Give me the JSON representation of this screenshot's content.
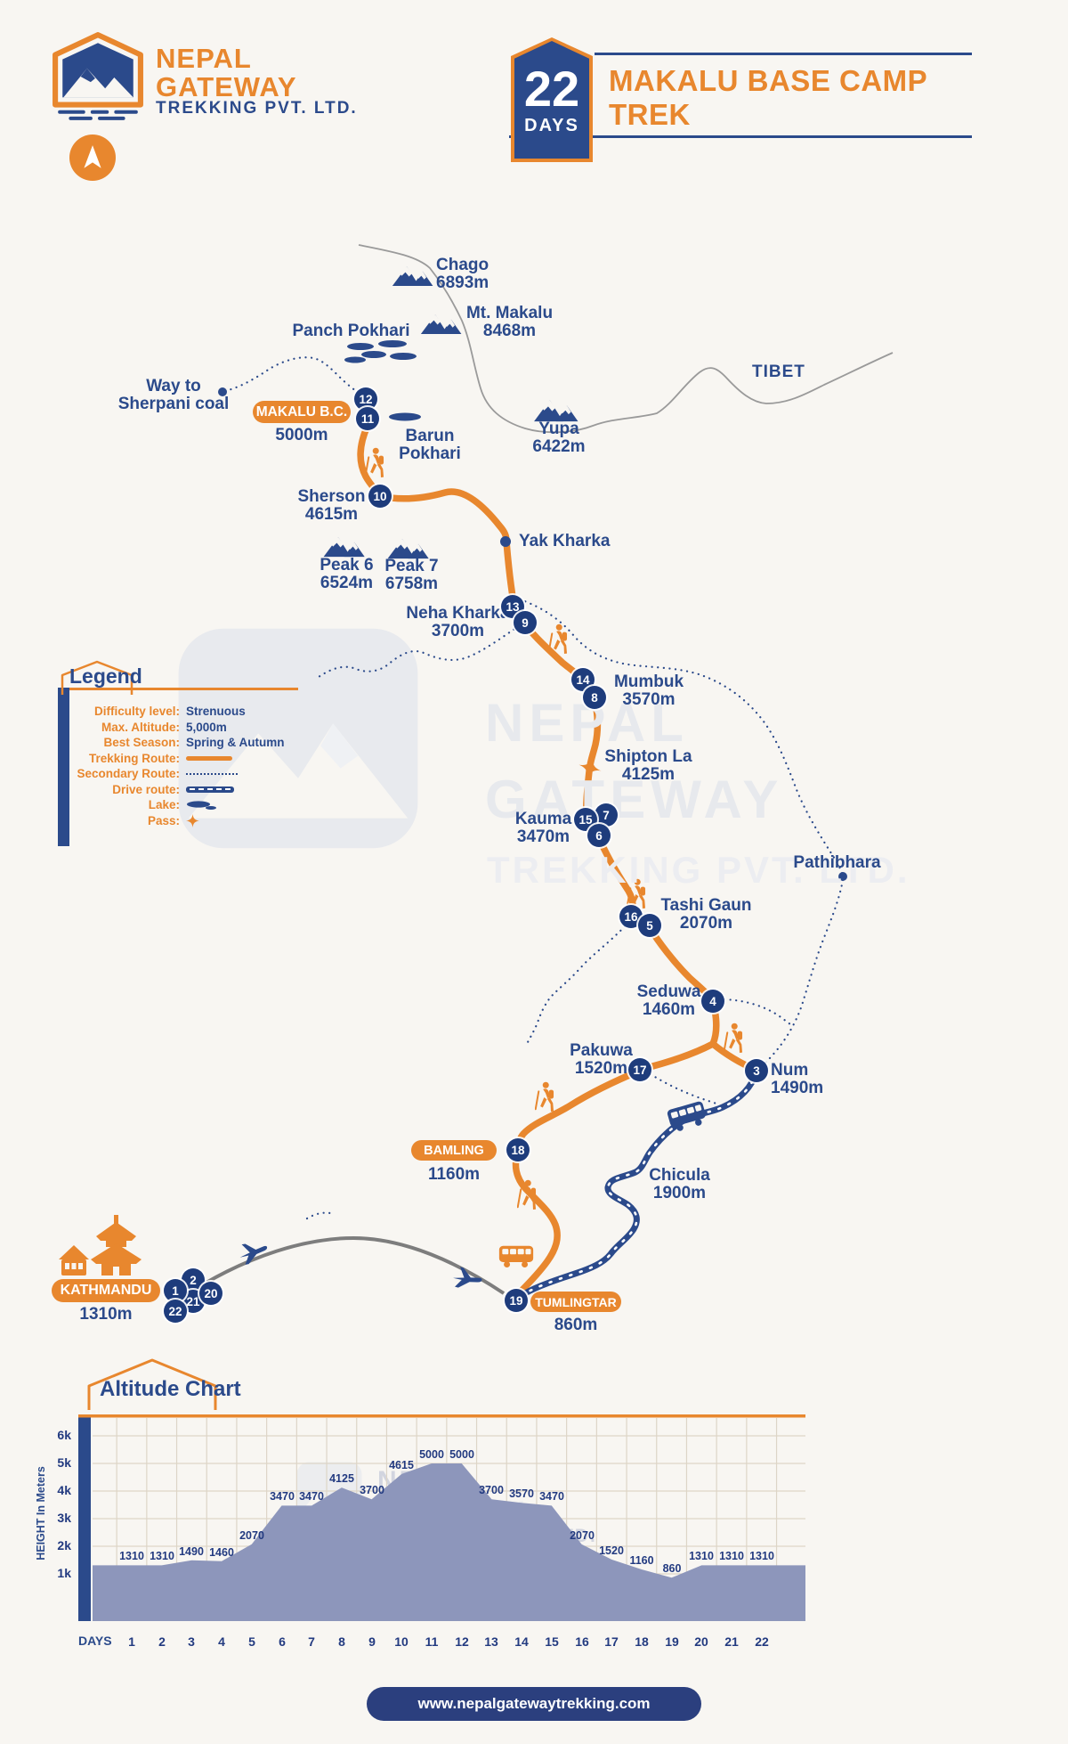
{
  "header": {
    "brand_line1": "NEPAL",
    "brand_line2": "GATEWAY",
    "brand_line3": "TREKKING PVT. LTD.",
    "days_number": "22",
    "days_label": "DAYS",
    "title_line1": "MAKALU BASE CAMP",
    "title_line2": "TREK"
  },
  "colors": {
    "orange": "#E8872E",
    "navy": "#2B4A8B",
    "marker_navy": "#1E3C7C",
    "chart_area": "#8D96BB",
    "background": "#F8F6F2",
    "footer_bg": "#2B3F7E"
  },
  "legend": {
    "title": "Legend",
    "rows": [
      {
        "label": "Difficulty level:",
        "value": "Strenuous"
      },
      {
        "label": "Max. Altitude:",
        "value": "5,000m"
      },
      {
        "label": "Best Season:",
        "value": "Spring & Autumn"
      },
      {
        "label": "Trekking Route:"
      },
      {
        "label": "Secondary Route:"
      },
      {
        "label": "Drive route:"
      },
      {
        "label": "Lake:"
      },
      {
        "label": "Pass:"
      }
    ]
  },
  "map": {
    "places": [
      {
        "name": "Chago",
        "elev": "6893m"
      },
      {
        "name": "Mt. Makalu",
        "elev": "8468m"
      },
      {
        "name": "Panch Pokhari"
      },
      {
        "name": "Yupa",
        "elev": "6422m"
      },
      {
        "name": "TIBET"
      },
      {
        "name": "Way to",
        "name2": "Sherpani coal"
      },
      {
        "name": "Barun",
        "name2": "Pokhari"
      },
      {
        "name": "Sherson",
        "elev": "4615m"
      },
      {
        "name": "Yak Kharka"
      },
      {
        "name": "Peak 6",
        "elev": "6524m"
      },
      {
        "name": "Peak 7",
        "elev": "6758m"
      },
      {
        "name": "Neha Kharka",
        "elev": "3700m"
      },
      {
        "name": "Mumbuk",
        "elev": "3570m"
      },
      {
        "name": "Shipton La",
        "elev": "4125m"
      },
      {
        "name": "Kauma",
        "elev": "3470m"
      },
      {
        "name": "Pathibhara"
      },
      {
        "name": "Tashi Gaun",
        "elev": "2070m"
      },
      {
        "name": "Seduwa",
        "elev": "1460m"
      },
      {
        "name": "Pakuwa",
        "elev": "1520m"
      },
      {
        "name": "Num",
        "elev": "1490m"
      },
      {
        "name": "Chicula",
        "elev": "1900m"
      }
    ],
    "badges": [
      {
        "label": "MAKALU B.C.",
        "elev": "5000m"
      },
      {
        "label": "BAMLING",
        "elev": "1160m"
      },
      {
        "label": "KATHMANDU",
        "elev": "1310m"
      },
      {
        "label": "TUMLINGTAR",
        "elev": "860m"
      }
    ],
    "markers": [
      "12",
      "11",
      "10",
      "13",
      "9",
      "14",
      "8",
      "7",
      "15",
      "6",
      "16",
      "5",
      "4",
      "17",
      "3",
      "18",
      "19",
      "2",
      "21",
      "20",
      "1",
      "22"
    ]
  },
  "watermark": {
    "line1": "NEPAL",
    "line2": "GATEWAY",
    "line3": "TREKKING PVT. LTD."
  },
  "chart_data": {
    "type": "area",
    "title": "Altitude Chart",
    "xlabel": "DAYS",
    "ylabel": "HEIGHT In Meters",
    "categories": [
      1,
      2,
      3,
      4,
      5,
      6,
      7,
      8,
      9,
      10,
      11,
      12,
      13,
      14,
      15,
      16,
      17,
      18,
      19,
      20,
      21,
      22
    ],
    "values": [
      1310,
      1310,
      1490,
      1460,
      2070,
      3470,
      3470,
      4125,
      3700,
      4615,
      5000,
      5000,
      3700,
      3570,
      3470,
      2070,
      1520,
      1160,
      860,
      1310,
      1310,
      1310
    ],
    "ytick_labels": [
      "1k",
      "2k",
      "3k",
      "4k",
      "5k",
      "6k"
    ],
    "ylim": [
      0,
      6500
    ],
    "grid": true,
    "legend_position": "none"
  },
  "footer": {
    "url": "www.nepalgatewaytrekking.com"
  }
}
